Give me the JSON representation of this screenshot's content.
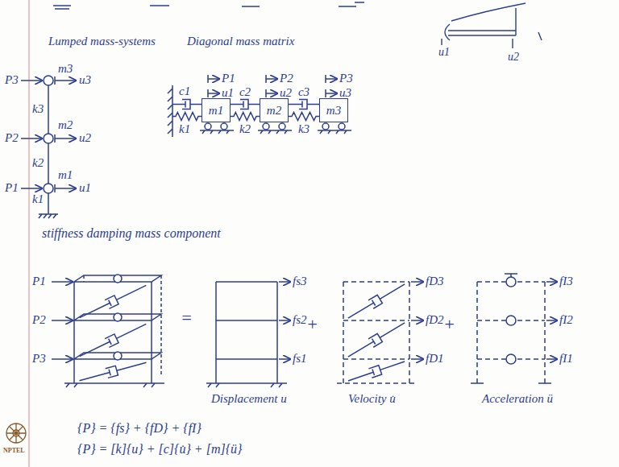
{
  "diagram": {
    "nodes": [
      {
        "text": [
          "m1"
        ]
      },
      {
        "text": [
          "m2"
        ]
      },
      {
        "text": [
          "m3"
        ]
      }
    ],
    "edges": [
      {
        "from": 0,
        "to": 1,
        "arrow": "none",
        "label": "c2"
      },
      {
        "from": 0,
        "to": 1,
        "arrow": "none",
        "label": "k2"
      },
      {
        "from": 1,
        "to": 2,
        "arrow": "none",
        "label": "c3"
      },
      {
        "from": 1,
        "to": 2,
        "arrow": "none",
        "label": "k3"
      }
    ],
    "labels": [
      "Lumped mass-systems",
      "Diagonal mass matrix",
      "u1",
      "u2",
      "P3",
      "m3",
      "u3",
      "k3",
      "P2",
      "m2",
      "u2",
      "k2",
      "P1",
      "m1",
      "u1",
      "k1",
      "P1",
      "u1",
      "P2",
      "u2",
      "P3",
      "u3",
      "c1",
      "k1",
      "stiffness damping mass component",
      "P1",
      "P2",
      "P3",
      "=",
      "fs3",
      "fs2",
      "fs1",
      "Displacement u",
      "+",
      "fD3",
      "fD2",
      "fD1",
      "Velocity u̇",
      "+",
      "fI3",
      "fI2",
      "fI1",
      "Acceleration ü",
      "{P} = {fs} + {fD} + {fI}",
      "{P} = [k]{u} + [c]{u̇} + [m]{ü}",
      "NPTEL"
    ]
  }
}
